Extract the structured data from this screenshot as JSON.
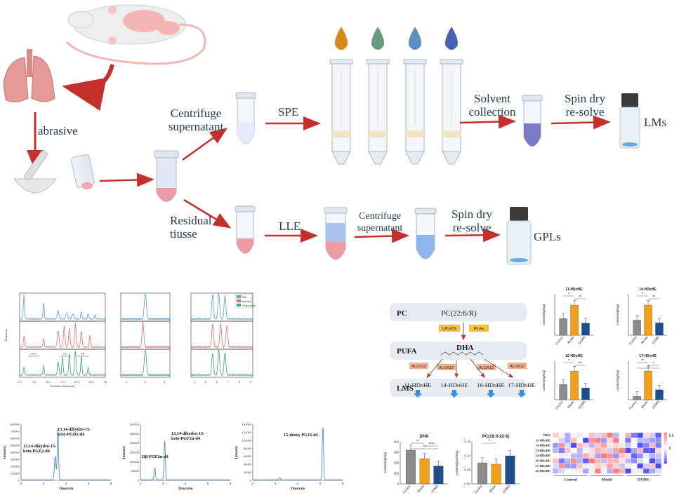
{
  "workflow": {
    "abrasive": "abrasive",
    "centrifuge_supernatant": [
      "Centrifuge",
      "supernatant"
    ],
    "spe": "SPE",
    "solvent_collection": [
      "Solvent",
      "collection"
    ],
    "spin_dry_top": [
      "Spin dry",
      "re-solve"
    ],
    "lms": "LMs",
    "residual_tissue": [
      "Residual",
      "tiusse"
    ],
    "lle": "LLE",
    "centrifuge_supernatant_2": [
      "Centrifuge",
      "supernatant"
    ],
    "spin_dry_bottom": [
      "Spin dry",
      "re-solve"
    ],
    "gpls": "GPLs",
    "drop_colors": [
      "#d68a1c",
      "#6a9a7e",
      "#5a8fc4",
      "#4a60b0"
    ]
  },
  "chromatograms_top": {
    "legend": [
      "MS",
      "primary",
      "Secondary"
    ],
    "xlabel": "Retention time(min)",
    "ylabel": "Response",
    "annotations": [
      "LPC",
      "PC",
      "PE"
    ],
    "colors": [
      "#5b9bd5",
      "#e46c6c",
      "#3aa57a"
    ],
    "left_ticks": [
      "0.0",
      "2.5",
      "5.0",
      "7.5",
      "10.0",
      "12.5",
      "15"
    ],
    "mid_ticks": [
      "4",
      "6",
      "8"
    ],
    "right_ticks": [
      "4",
      "5",
      "6",
      "7",
      "8",
      "9"
    ]
  },
  "chromatograms_bottom": {
    "xlabel": "Time/min",
    "ylabel": "Intensity",
    "panel1": {
      "ymax_label": "800000",
      "yticks": [
        "0",
        "100000",
        "200000",
        "300000",
        "400000",
        "500000",
        "600000",
        "700000",
        "800000"
      ],
      "xticks": [
        "2",
        "3",
        "4",
        "5",
        "6"
      ],
      "labels": [
        "13,14-dihydro-15-\nketo-PGE2-d4",
        "13,14-dihydro-15-\nketo-PGD2-d4"
      ]
    },
    "panel2": {
      "yticks": [
        "0",
        "50000",
        "100000",
        "150000",
        "200000",
        "250000",
        "300000"
      ],
      "xticks": [
        "2",
        "3",
        "4",
        "5",
        "6"
      ],
      "labels": [
        "11β-PGF2α-d4",
        "13,14-dihydro-15-\nketo-PGF2α-d4"
      ]
    },
    "panel3": {
      "yticks": [
        "0",
        "20000",
        "40000",
        "60000",
        "80000",
        "100000",
        "120000",
        "140000"
      ],
      "xticks": [
        "2",
        "3",
        "4",
        "5",
        "6"
      ],
      "labels": [
        "15-deoxy PGJ2-d4"
      ]
    }
  },
  "pathway": {
    "pc": "PC",
    "pc_full": "PC(22:6/R)",
    "lplats": "LPLATs",
    "plas": "PLAs",
    "pufa": "PUFA",
    "dha": "DHA",
    "alox": [
      "ALOX12",
      "ALOX12",
      "ALOX12",
      "ALOX12"
    ],
    "lms": "LMS",
    "lms_items": [
      "11-HDoHE",
      "14-HDoHE",
      "16-HDoHE",
      "17-HDoHE"
    ]
  },
  "chart_data": [
    {
      "type": "bar",
      "title": "11-HDoHE",
      "categories": [
        "Control",
        "Model",
        "DXMS"
      ],
      "values": [
        1.1,
        2.0,
        0.8
      ],
      "ylabel": "content(ng/mg)",
      "sig": [
        "*",
        "**"
      ]
    },
    {
      "type": "bar",
      "title": "14-HDoHE",
      "categories": [
        "Control",
        "Model",
        "DXMS"
      ],
      "values": [
        1.1,
        2.2,
        0.9
      ],
      "ylabel": "content(ng/mg)",
      "sig": [
        "*",
        "**"
      ]
    },
    {
      "type": "bar",
      "title": "16-HDoHE",
      "categories": [
        "Control",
        "Model",
        "DXMS"
      ],
      "values": [
        0.9,
        1.7,
        0.7
      ],
      "ylabel": "content(ng/mg)",
      "sig": [
        "*",
        "***"
      ]
    },
    {
      "type": "bar",
      "title": "17-HDoHE",
      "categories": [
        "Control",
        "Model",
        "DXMS"
      ],
      "values": [
        0.15,
        1.3,
        0.45
      ],
      "ylabel": "content(ng/mg)",
      "sig": [
        "**",
        "*",
        "*"
      ]
    },
    {
      "type": "bar",
      "title": "DHA",
      "categories": [
        "Control",
        "Model",
        "DXMS"
      ],
      "values": [
        320,
        240,
        170
      ],
      "ylabel": "content(ng/mg)",
      "yticks": [
        "0",
        "100",
        "200",
        "300",
        "400"
      ],
      "ylim": [
        0,
        400
      ],
      "sig": [
        "**",
        "****",
        "**"
      ]
    },
    {
      "type": "bar",
      "title": "PC(18:0-22:6)",
      "categories": [
        "Control",
        "Model",
        "DXMS"
      ],
      "values": [
        0.075,
        0.07,
        0.1
      ],
      "ylabel": "content(μmol/mg)",
      "yticks": [
        "0.00",
        "0.05",
        "0.10",
        "0.15"
      ],
      "ylim": [
        0,
        0.15
      ],
      "sig": [
        "*"
      ]
    },
    {
      "type": "heatmap",
      "rows": [
        "DHA",
        "11-HDoHE",
        "14-HDoHE",
        "13-HDoHE",
        "14-HDoHE",
        "16-HDoHE",
        "17-HDoHE",
        "20-HDoHE"
      ],
      "groups": [
        "Control",
        "Model",
        "DXMS"
      ],
      "scale": [
        "0.5",
        "0"
      ]
    }
  ],
  "bar_colors": [
    "#8c8c8c",
    "#f2a01a",
    "#1f4e8c"
  ]
}
